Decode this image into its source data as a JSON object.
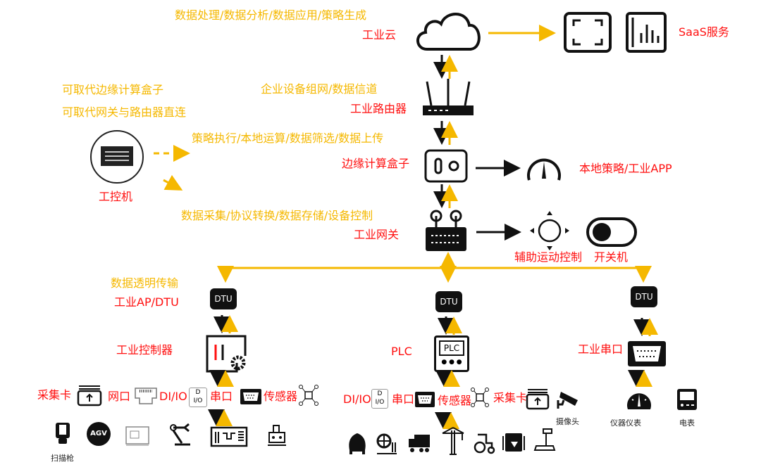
{
  "colors": {
    "yellow": "#F5B800",
    "red": "#FF1010",
    "black": "#111111"
  },
  "cloud": {
    "desc": "数据处理/数据分析/数据应用/策略生成",
    "label": "工业云",
    "saas": "SaaS服务"
  },
  "router": {
    "desc": "企业设备组网/数据信道",
    "label": "工业路由器"
  },
  "ipc": {
    "note1": "可取代边缘计算盒子",
    "note2": "可取代网关与路由器直连",
    "label": "工控机"
  },
  "edge": {
    "desc": "策略执行/本地运算/数据筛选/数据上传",
    "label": "边缘计算盒子",
    "app": "本地策略/工业APP"
  },
  "gateway": {
    "desc": "数据采集/协议转换/数据存储/设备控制",
    "label": "工业网关",
    "motion": "辅助运动控制",
    "power": "开关机"
  },
  "dtu": {
    "desc": "数据透明传输",
    "label": "工业AP/DTU",
    "icon_text": "DTU"
  },
  "controller": {
    "label": "工业控制器"
  },
  "plc": {
    "label": "PLC",
    "icon_text": "PLC"
  },
  "serial_port": {
    "label": "工业串口"
  },
  "left_row": {
    "card": "采集卡",
    "net": "网口",
    "dio": "DI/IO",
    "serial": "串口",
    "sensor": "传感器"
  },
  "mid_row": {
    "dio": "DI/IO",
    "serial": "串口",
    "sensor": "传感器",
    "card": "采集卡"
  },
  "right_devices": {
    "camera": "摄像头",
    "meter": "仪器仪表",
    "power_meter": "电表"
  },
  "dio_icon": {
    "d": "D",
    "io": "I/O"
  },
  "bottom": {
    "scanner": "扫描枪",
    "agv": "AGV"
  }
}
